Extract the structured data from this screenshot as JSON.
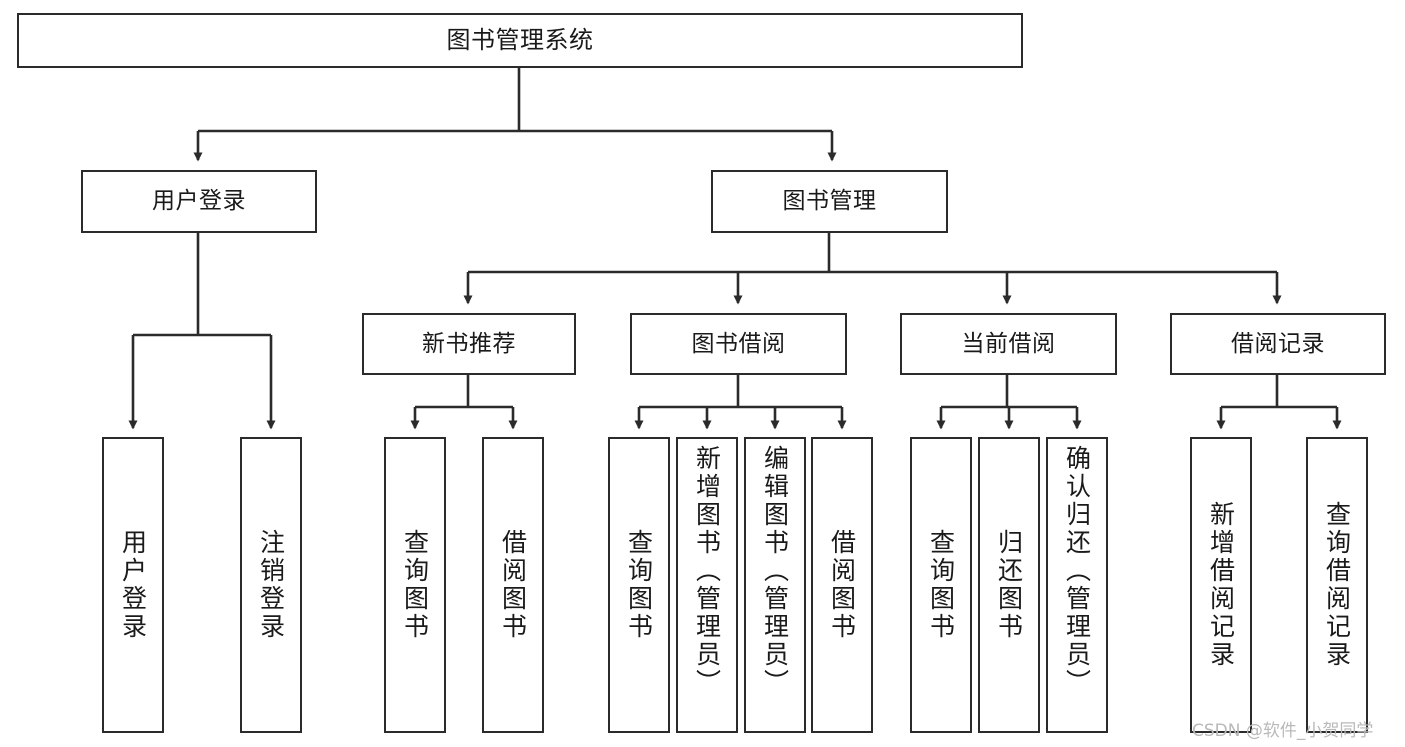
{
  "diagram": {
    "title": "图书管理系统",
    "type": "tree",
    "watermark": "CSDN @软件_小贺同学",
    "colors": {
      "box_border": "#2b2b2b",
      "box_fill": "#ffffff",
      "edge": "#2b2b2b",
      "text": "#1a1a1a",
      "watermark": "#b9b9b9",
      "background": "#ffffff"
    },
    "nodes": {
      "root": {
        "label": "图书管理系统"
      },
      "level2": [
        {
          "id": "user-login",
          "label": "用户登录"
        },
        {
          "id": "book-manage",
          "label": "图书管理"
        }
      ],
      "level3": [
        {
          "id": "new-book-recommend",
          "label": "新书推荐"
        },
        {
          "id": "book-borrow",
          "label": "图书借阅"
        },
        {
          "id": "current-borrow",
          "label": "当前借阅"
        },
        {
          "id": "borrow-record",
          "label": "借阅记录"
        }
      ],
      "leaves": [
        {
          "id": "leaf-user-login",
          "label": "用户登录",
          "parent": "user-login"
        },
        {
          "id": "leaf-logout-login",
          "label": "注销登录",
          "parent": "user-login"
        },
        {
          "id": "leaf-query-book-1",
          "label": "查询图书",
          "parent": "new-book-recommend"
        },
        {
          "id": "leaf-borrow-book-1",
          "label": "借阅图书",
          "parent": "new-book-recommend"
        },
        {
          "id": "leaf-query-book-2",
          "label": "查询图书",
          "parent": "book-borrow"
        },
        {
          "id": "leaf-add-book",
          "label": "新增图书（管理员）",
          "parent": "book-borrow"
        },
        {
          "id": "leaf-edit-book",
          "label": "编辑图书（管理员）",
          "parent": "book-borrow"
        },
        {
          "id": "leaf-borrow-book-2",
          "label": "借阅图书",
          "parent": "book-borrow"
        },
        {
          "id": "leaf-query-book-3",
          "label": "查询图书",
          "parent": "current-borrow"
        },
        {
          "id": "leaf-return-book",
          "label": "归还图书",
          "parent": "current-borrow"
        },
        {
          "id": "leaf-confirm-return",
          "label": "确认归还（管理员）",
          "parent": "current-borrow"
        },
        {
          "id": "leaf-add-record",
          "label": "新增借阅记录",
          "parent": "borrow-record"
        },
        {
          "id": "leaf-query-record",
          "label": "查询借阅记录",
          "parent": "borrow-record"
        }
      ]
    }
  }
}
